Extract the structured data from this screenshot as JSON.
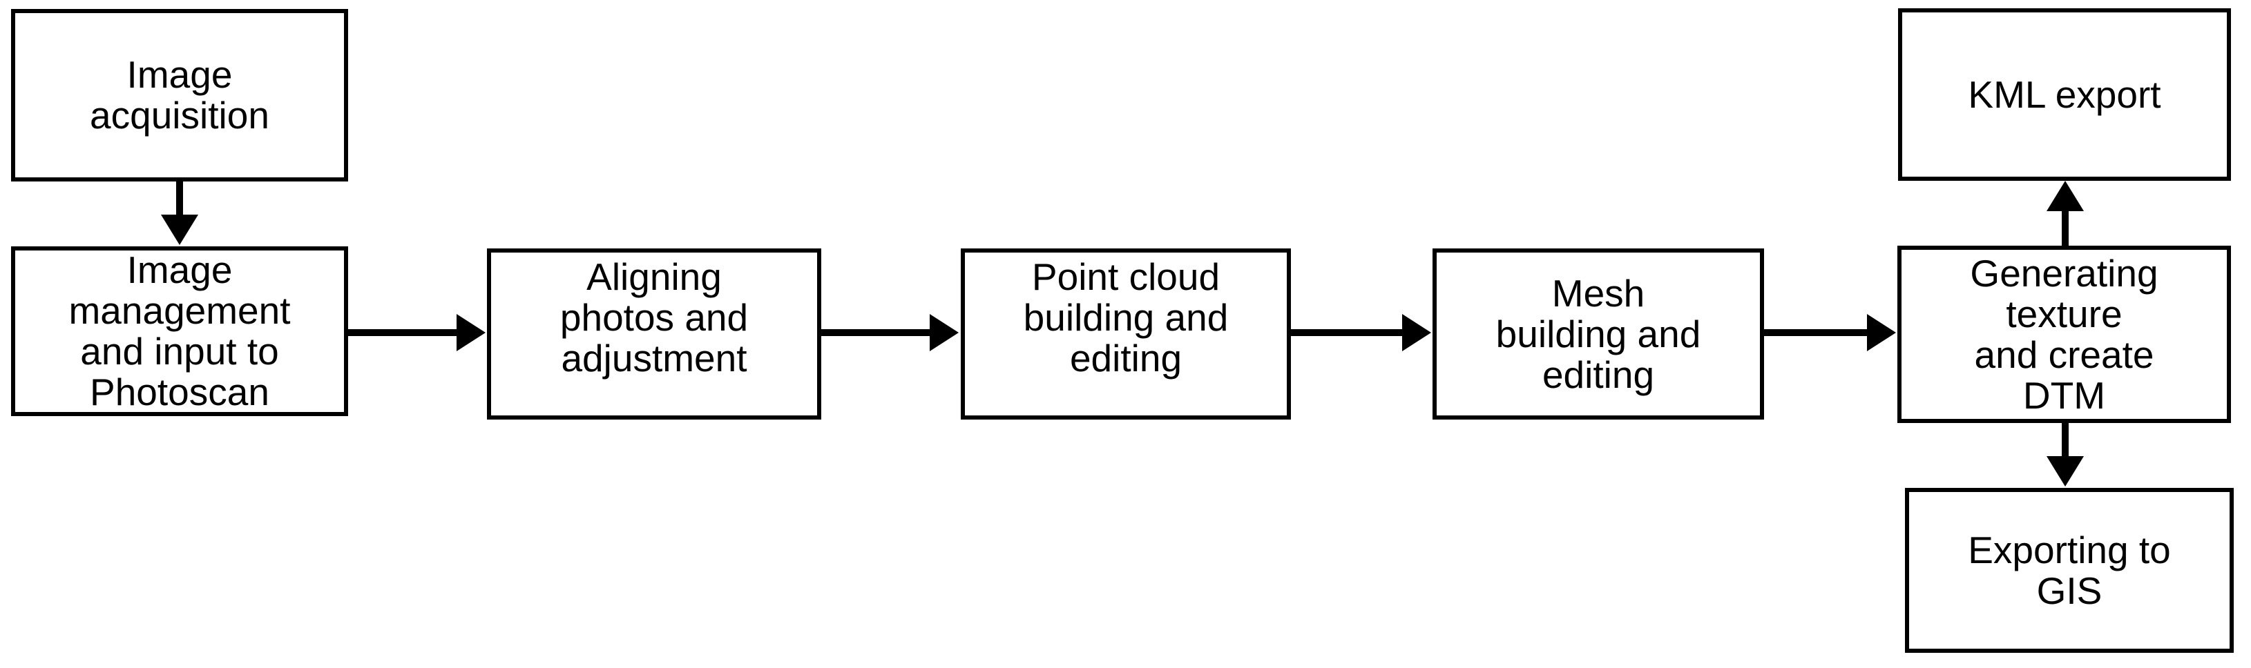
{
  "diagram": {
    "type": "flowchart",
    "colors": {
      "background": "#ffffff",
      "box_fill": "#ffffff",
      "box_border": "#000000",
      "text": "#000000",
      "arrow": "#000000"
    },
    "nodes": [
      {
        "id": "image-acquisition",
        "label": "Image\nacquisition"
      },
      {
        "id": "image-management",
        "label": "Image\nmanagement\nand input to\nPhotoscan"
      },
      {
        "id": "aligning-photos",
        "label": "Aligning\nphotos and\nadjustment"
      },
      {
        "id": "point-cloud",
        "label": "Point cloud\nbuilding and\nediting"
      },
      {
        "id": "mesh-building",
        "label": "Mesh\nbuilding and\nediting"
      },
      {
        "id": "generating-texture",
        "label": "Generating\ntexture\nand create\nDTM"
      },
      {
        "id": "kml-export",
        "label": "KML export"
      },
      {
        "id": "exporting-gis",
        "label": "Exporting to\nGIS"
      }
    ],
    "edges": [
      {
        "from": "image-acquisition",
        "to": "image-management",
        "direction": "down"
      },
      {
        "from": "image-management",
        "to": "aligning-photos",
        "direction": "right"
      },
      {
        "from": "aligning-photos",
        "to": "point-cloud",
        "direction": "right"
      },
      {
        "from": "point-cloud",
        "to": "mesh-building",
        "direction": "right"
      },
      {
        "from": "mesh-building",
        "to": "generating-texture",
        "direction": "right"
      },
      {
        "from": "generating-texture",
        "to": "kml-export",
        "direction": "up"
      },
      {
        "from": "generating-texture",
        "to": "exporting-gis",
        "direction": "down"
      }
    ]
  }
}
